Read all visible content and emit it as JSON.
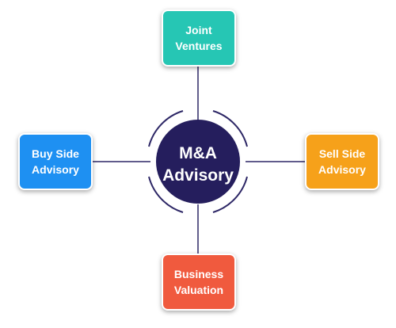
{
  "center": {
    "label": "M&A\nAdvisory",
    "color": "#251e5d"
  },
  "nodes": {
    "top": {
      "label": "Joint\nVentures",
      "color": "#26c6b4"
    },
    "left": {
      "label": "Buy Side\nAdvisory",
      "color": "#1e90f2"
    },
    "right": {
      "label": "Sell Side\nAdvisory",
      "color": "#f6a11a"
    },
    "bottom": {
      "label": "Business\nValuation",
      "color": "#f05a3e"
    }
  },
  "connector_color": "#2d2766"
}
